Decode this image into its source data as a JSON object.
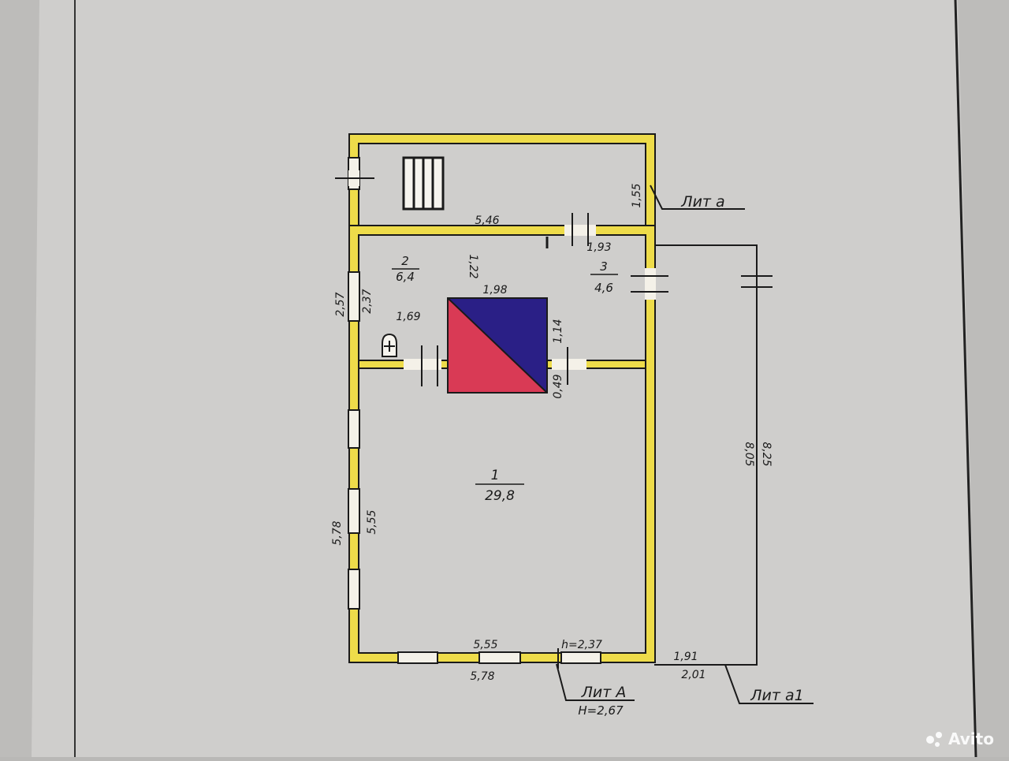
{
  "plan": {
    "lit_a_label": "Лит а",
    "lit_A_label": "Лит А",
    "lit_A_height": "Н=2,67",
    "lit_a1_label": "Лит а1",
    "ceiling_height": "h=2,37"
  },
  "rooms": [
    {
      "number": "1",
      "area": "29,8"
    },
    {
      "number": "2",
      "area": "6,4"
    },
    {
      "number": "3",
      "area": "4,6"
    }
  ],
  "dimensions": {
    "porch_width": "5,46",
    "porch_depth": "1,55",
    "room2_depth": "1,22",
    "room2_inner_height": "2,37",
    "room2_outer_height": "2,57",
    "room2_width": "1,69",
    "stove_width": "1,98",
    "room3_depth": "1,14",
    "room3_width": "1,93",
    "stove_offset": "0,49",
    "room1_inner_height": "5,55",
    "room1_outer_height": "5,78",
    "room1_inner_width": "5,55",
    "room1_outer_width": "5,78",
    "annex_inner_width": "1,91",
    "annex_outer_width": "2,01",
    "annex_inner_length": "8,05",
    "annex_outer_length": "8,25"
  },
  "colors": {
    "wall": "#eedc4a",
    "stove_blue": "#2a1f86",
    "stove_red": "#d93a55",
    "paper": "#cfcecc"
  },
  "icons": {
    "watermark": "Avito"
  }
}
